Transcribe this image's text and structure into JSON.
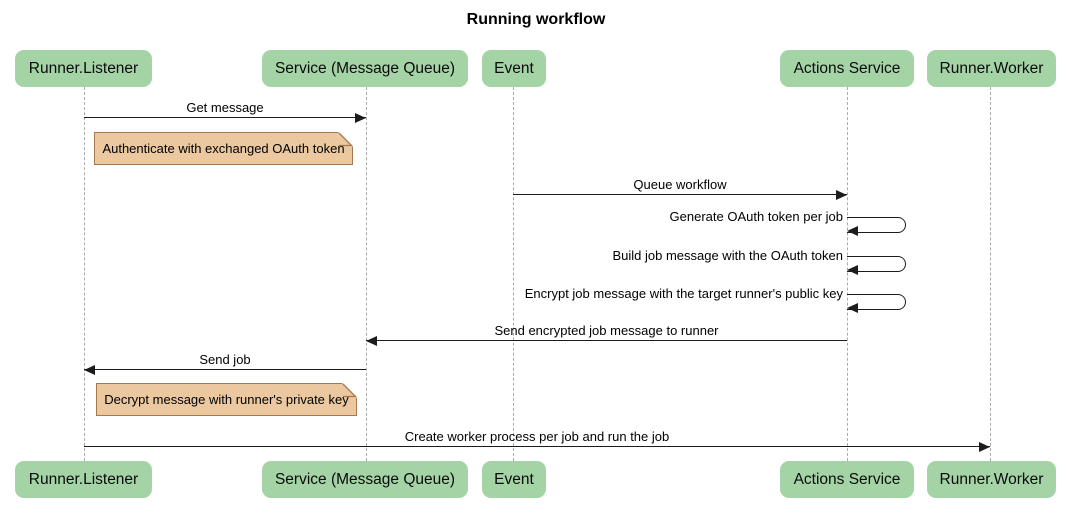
{
  "title": "Running workflow",
  "participants": [
    {
      "label": "Runner.Listener"
    },
    {
      "label": "Service (Message Queue)"
    },
    {
      "label": "Event"
    },
    {
      "label": "Actions Service"
    },
    {
      "label": "Runner.Worker"
    }
  ],
  "messages": [
    {
      "label": "Get message",
      "from": "Runner.Listener",
      "to": "Service (Message Queue)",
      "type": "solid-arrow"
    },
    {
      "label": "Queue workflow",
      "from": "Event",
      "to": "Actions Service",
      "type": "solid-arrow"
    },
    {
      "label": "Generate OAuth token per job",
      "from": "Actions Service",
      "to": "Actions Service",
      "type": "self-loop"
    },
    {
      "label": "Build job message with the OAuth token",
      "from": "Actions Service",
      "to": "Actions Service",
      "type": "self-loop"
    },
    {
      "label": "Encrypt job message with the target runner's public key",
      "from": "Actions Service",
      "to": "Actions Service",
      "type": "self-loop"
    },
    {
      "label": "Send encrypted job message to runner",
      "from": "Actions Service",
      "to": "Service (Message Queue)",
      "type": "solid-arrow"
    },
    {
      "label": "Send job",
      "from": "Service (Message Queue)",
      "to": "Runner.Listener",
      "type": "solid-arrow"
    },
    {
      "label": "Create worker process per job and run the job",
      "from": "Runner.Listener",
      "to": "Runner.Worker",
      "type": "solid-arrow"
    }
  ],
  "notes": [
    {
      "label": "Authenticate with exchanged OAuth token",
      "anchor": "Runner.Listener"
    },
    {
      "label": "Decrypt message with runner's private key",
      "anchor": "Runner.Listener"
    }
  ],
  "colors": {
    "participant_fill": "#a4d4a6",
    "note_fill": "#ebc8a0",
    "note_border": "#a5794b",
    "lifeline": "#ababab",
    "arrow": "#1c1c1c",
    "background": "#ffffff"
  }
}
